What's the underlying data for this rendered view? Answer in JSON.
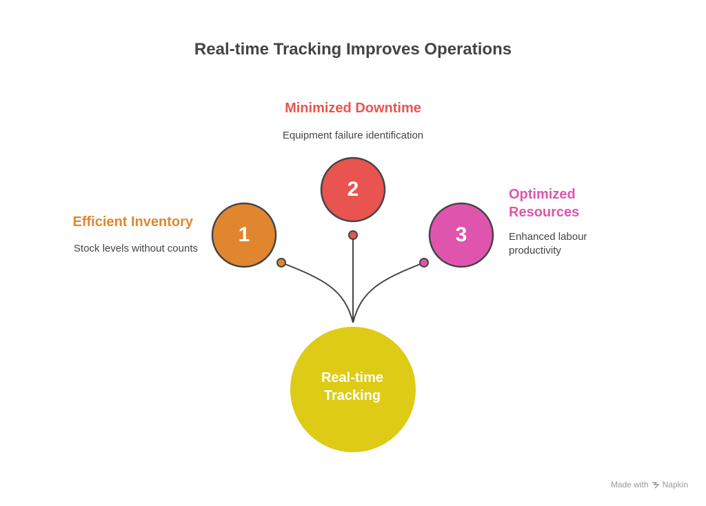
{
  "title": "Real-time Tracking Improves Operations",
  "center": {
    "label": "Real-time Tracking",
    "color": "#DDCB16"
  },
  "items": [
    {
      "number": "1",
      "heading": "Efficient Inventory",
      "description": "Stock levels without counts",
      "color": "#E0862F"
    },
    {
      "number": "2",
      "heading": "Minimized Downtime",
      "description": "Equipment failure identification",
      "color": "#E8544F"
    },
    {
      "number": "3",
      "heading": "Optimized Resources",
      "description": "Enhanced labour productivity",
      "color": "#DF55AE"
    }
  ],
  "line_color": "#444444",
  "footer": {
    "prefix": "Made with",
    "brand": "Napkin"
  }
}
